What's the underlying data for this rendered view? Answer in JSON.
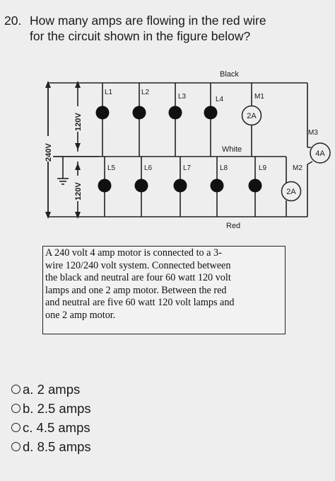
{
  "question": {
    "number": "20.",
    "line1": "How many amps are flowing in the red wire",
    "line2": "for the circuit shown in the figure below?"
  },
  "diagram": {
    "wire_black": "Black",
    "wire_white": "White",
    "wire_red": "Red",
    "voltage_total": "240V",
    "voltage_top": "120V",
    "voltage_bottom": "120V",
    "lamps_top": [
      "L1",
      "L2",
      "L3",
      "L4"
    ],
    "lamps_bottom": [
      "L5",
      "L6",
      "L7",
      "L8",
      "L9"
    ],
    "motors": [
      {
        "label": "M1",
        "current": "2A"
      },
      {
        "label": "M2",
        "current": "2A"
      },
      {
        "label": "M3",
        "current": "4A"
      }
    ]
  },
  "info_box": {
    "lines": [
      "A 240 volt 4 amp motor is connected to a 3-",
      "wire 120/240 volt system.  Connected between",
      "the black and neutral are four 60 watt 120 volt",
      "lamps and one 2 amp motor.  Between the red",
      "and neutral are five 60 watt 120 volt lamps and",
      "one 2 amp motor."
    ]
  },
  "answers": [
    {
      "letter": "a.",
      "text": "2 amps"
    },
    {
      "letter": "b.",
      "text": "2.5 amps"
    },
    {
      "letter": "c.",
      "text": "4.5 amps"
    },
    {
      "letter": "d.",
      "text": "8.5 amps"
    }
  ]
}
